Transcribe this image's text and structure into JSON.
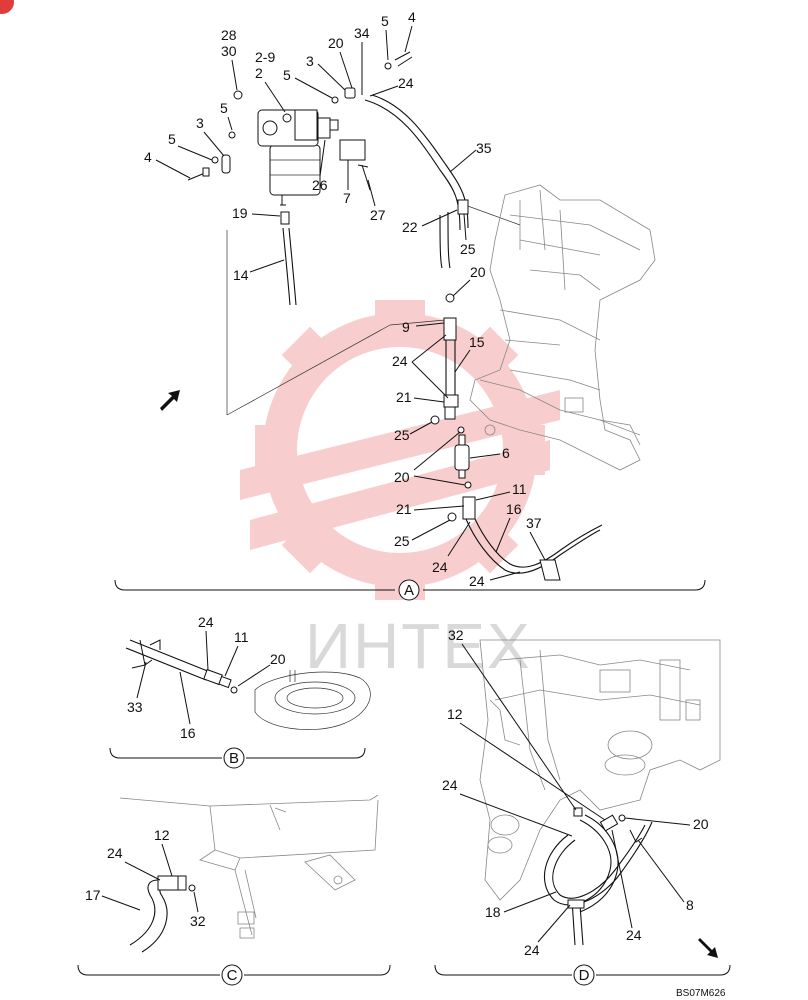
{
  "watermark": {
    "text": "ИНТЕХ",
    "color": "#f4a5a5"
  },
  "figure_ref": "BS07M626",
  "views": {
    "A": {
      "label": "A"
    },
    "B": {
      "label": "B"
    },
    "C": {
      "label": "C"
    },
    "D": {
      "label": "D"
    }
  },
  "callouts": {
    "a_28": "28",
    "a_30": "30",
    "a_2_9": "2-9",
    "a_2": "2",
    "a_5a": "5",
    "a_5b": "5",
    "a_5c": "5",
    "a_5d": "5",
    "a_4a": "4",
    "a_4b": "4",
    "a_3a": "3",
    "a_3b": "3",
    "a_20a": "20",
    "a_34": "34",
    "a_24a": "24",
    "a_35": "35",
    "a_26": "26",
    "a_7": "7",
    "a_27": "27",
    "a_19": "19",
    "a_14": "14",
    "a_22": "22",
    "a_25a": "25",
    "a_20b": "20",
    "a_9": "9",
    "a_15": "15",
    "a_24b": "24",
    "a_21a": "21",
    "a_25b": "25",
    "a_6": "6",
    "a_20c": "20",
    "a_11": "11",
    "a_21b": "21",
    "a_16": "16",
    "a_37": "37",
    "a_25c": "25",
    "a_24c": "24",
    "a_24d": "24",
    "b_24": "24",
    "b_11": "11",
    "b_20": "20",
    "b_33": "33",
    "b_16": "16",
    "c_12": "12",
    "c_24": "24",
    "c_17": "17",
    "c_32": "32",
    "d_32": "32",
    "d_12": "12",
    "d_24a": "24",
    "d_20": "20",
    "d_8": "8",
    "d_18": "18",
    "d_24b": "24",
    "d_24c": "24"
  }
}
